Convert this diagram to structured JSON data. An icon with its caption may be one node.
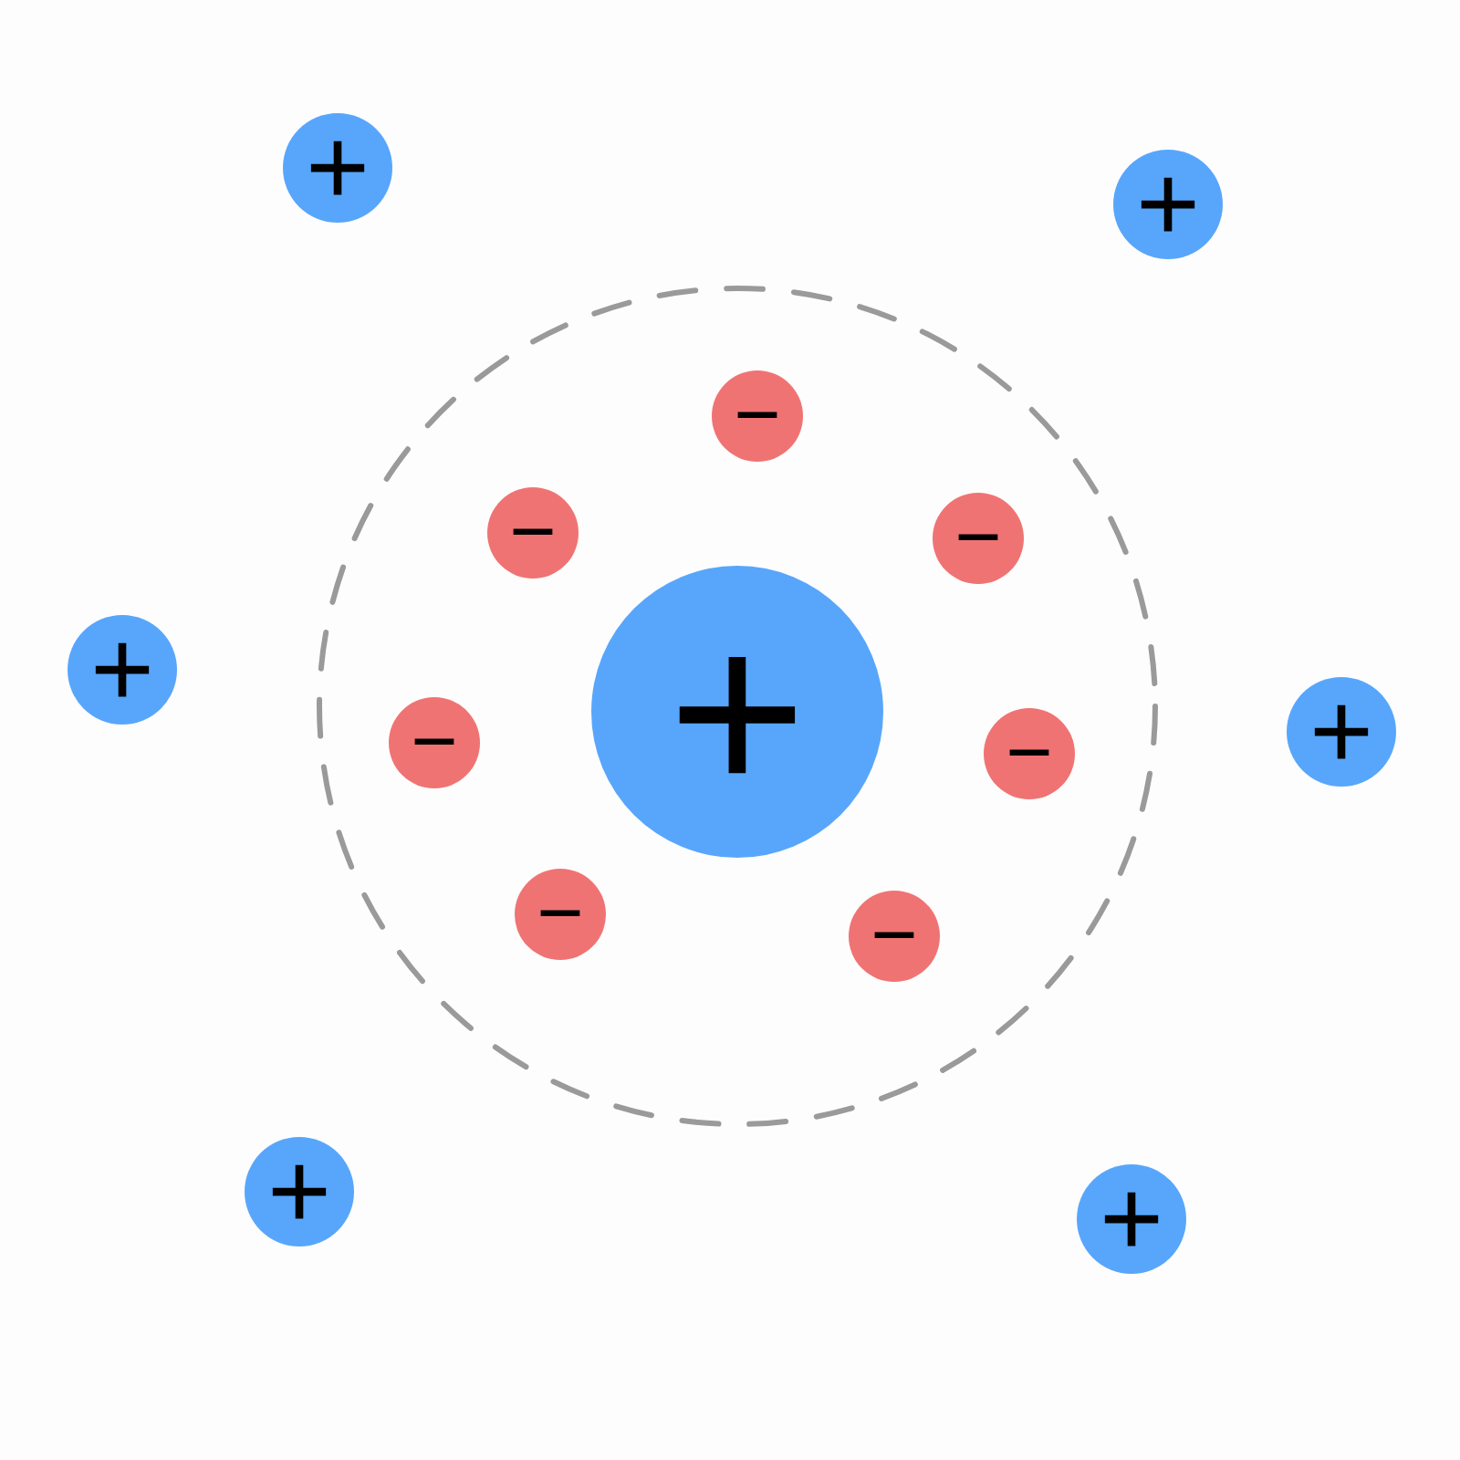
{
  "diagram": {
    "nodes": [
      {
        "text": [
          "+"
        ]
      },
      {
        "text": [
          "+"
        ]
      },
      {
        "text": [
          "+"
        ]
      },
      {
        "text": [],
        "shape": "circle"
      },
      {
        "text": [
          "−"
        ],
        "in": 3
      },
      {
        "text": [
          "−"
        ],
        "in": 3
      },
      {
        "text": [
          "−"
        ],
        "in": 3
      },
      {
        "text": [
          "+"
        ],
        "in": 3
      },
      {
        "text": [
          "−"
        ],
        "in": 3
      },
      {
        "text": [
          "−"
        ],
        "in": 3
      },
      {
        "text": [
          "−"
        ],
        "in": 3
      },
      {
        "text": [
          "−"
        ],
        "in": 3
      },
      {
        "text": [
          "+"
        ]
      },
      {
        "text": [
          "+"
        ]
      },
      {
        "text": [
          "+"
        ]
      }
    ]
  }
}
